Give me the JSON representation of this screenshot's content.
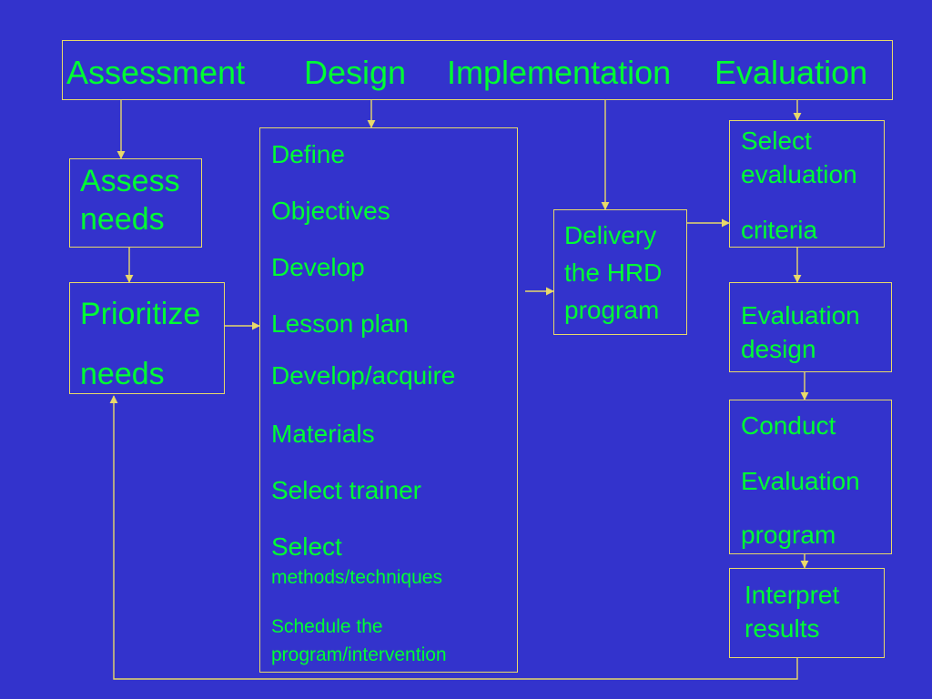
{
  "colors": {
    "background": "#3333CC",
    "text": "#00FF33",
    "lines": "#E8D96A"
  },
  "header": {
    "assessment": "Assessment",
    "design": "Design",
    "implementation": "Implementation",
    "evaluation": "Evaluation"
  },
  "assessment": {
    "assess_needs": [
      "Assess",
      "needs"
    ],
    "prioritize_needs": [
      "Prioritize",
      "needs"
    ]
  },
  "design": {
    "items": [
      "Define",
      "Objectives",
      "Develop",
      "Lesson plan",
      "Develop/acquire",
      "Materials",
      "Select trainer",
      "Select",
      "methods/techniques",
      "Schedule the",
      "program/intervention"
    ]
  },
  "implementation": {
    "delivery": [
      "Delivery",
      "the HRD",
      "program"
    ]
  },
  "evaluation": {
    "select_criteria": [
      "Select",
      "evaluation",
      "criteria"
    ],
    "evaluation_design": [
      "Evaluation",
      "design"
    ],
    "conduct": [
      "Conduct",
      "Evaluation",
      "program"
    ],
    "interpret": [
      "Interpret",
      "results"
    ]
  }
}
